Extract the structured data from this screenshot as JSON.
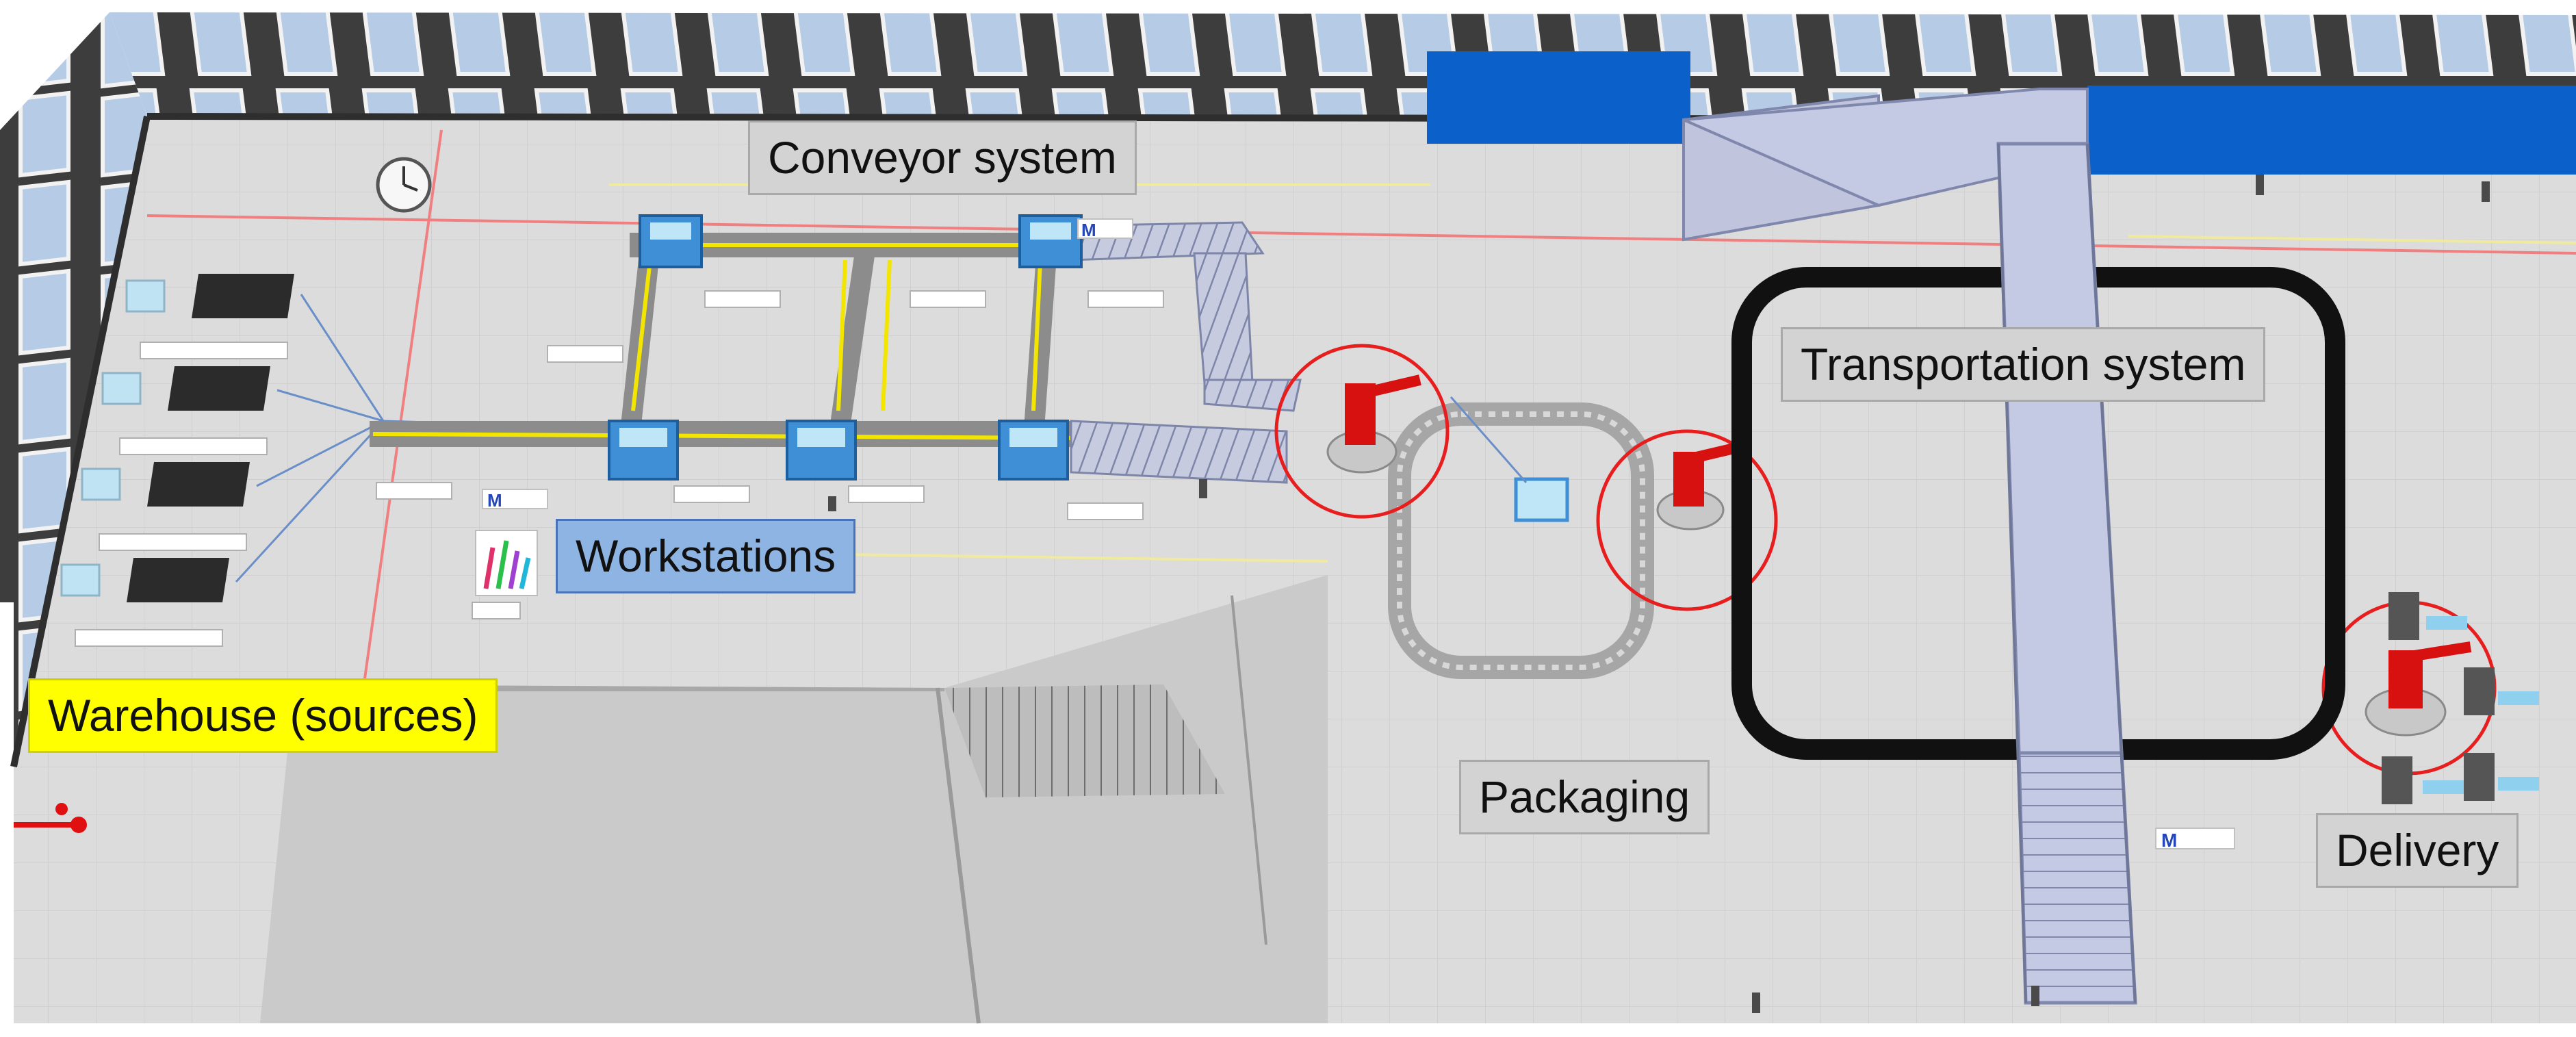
{
  "labels": {
    "conveyor": "Conveyor system",
    "transportation": "Transportation system",
    "workstations": "Workstations",
    "warehouse": "Warehouse (sources)",
    "packaging": "Packaging",
    "delivery": "Delivery"
  },
  "colors": {
    "floor": "#dcdcdc",
    "wall": "#3a3a3a",
    "window": "#b6cbe6",
    "conveyor_belt": "#8c8c8c",
    "conveyor_stripe": "#f2e600",
    "workstation": "#3e8fd6",
    "robot": "#d71010",
    "reach_circle": "#e81e1e",
    "agv_track": "#111111",
    "walkway": "#b9bfdc",
    "blue_panel": "#0b60c9",
    "label_gray": "#d3d3d3",
    "label_blue": "#8eb4e3",
    "label_yellow": "#ffff00"
  },
  "icons": [
    "clock-icon",
    "robot-arm-icon",
    "chart-icon",
    "m-logo-icon",
    "worker-icon"
  ]
}
